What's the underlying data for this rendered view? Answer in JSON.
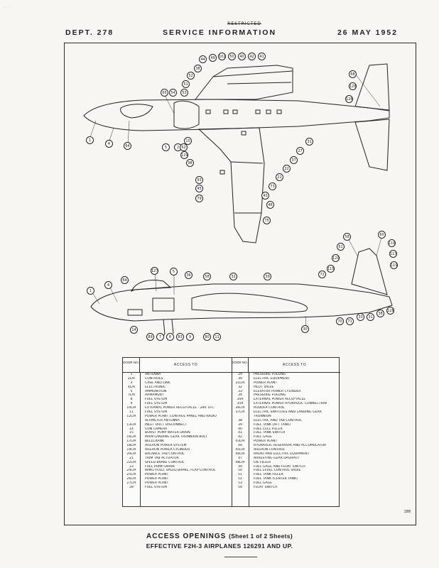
{
  "header": {
    "stamp": "RESTRICTED",
    "dept": "DEPT. 278",
    "title": "SERVICE INFORMATION",
    "date": "26 MAY 1952"
  },
  "table": {
    "head_door": "DOOR NO.",
    "head_access": "ACCESS TO",
    "left": [
      [
        "1",
        "ANTENNA"
      ],
      [
        "2L/R",
        "CONTROLS"
      ],
      [
        "3",
        "CASE AND LINK"
      ],
      [
        "4L/R",
        "ELECTRONIC"
      ],
      [
        "5",
        "AMMUNITION"
      ],
      [
        "7L/R",
        "ARMAMENT"
      ],
      [
        "8",
        "FUEL SYSTEM"
      ],
      [
        "9",
        "FUEL SYSTEM"
      ],
      [
        "10L/R",
        "EXTERNAL POWER RECEPTACLE - 28V. D-C"
      ],
      [
        "11",
        "FUEL SYSTEM"
      ],
      [
        "12L/R",
        "POWER PLANT CONTROL PANEL AND RADIO"
      ],
      [
        "",
        "ALTIMETER ANTENNA"
      ],
      [
        "13L/R",
        "INLET DUCT DISCONNECT"
      ],
      [
        "14",
        "GUN CAMERA"
      ],
      [
        "15",
        "BOOST PUMP WATER DRAIN"
      ],
      [
        "16L/R",
        "MAIN LANDING GEAR TRUNNION BOLT"
      ],
      [
        "17L/R",
        "BELLCRANK"
      ],
      [
        "18L/R",
        "AILERON POWER SYSTEM"
      ],
      [
        "19L/R",
        "AILERON POWER CYLINDER"
      ],
      [
        "20L/R",
        "BALANCE TAB CONTROL"
      ],
      [
        "21",
        "TRIM TAB ACTUATOR"
      ],
      [
        "22L/R",
        "SPEED BRAKE CONTROL"
      ],
      [
        "23",
        "FUEL PUMP DRAIN"
      ],
      [
        "24L/R",
        "WING FOLD, SPEED BRAKE, FLAP CONTROL"
      ],
      [
        "25L/R",
        "POWER PLANT"
      ],
      [
        "26L/R",
        "POWER PLANT"
      ],
      [
        "27L/R",
        "POWER PLANT"
      ],
      [
        "28",
        "FUEL SYSTEM"
      ]
    ],
    "right": [
      [
        "29",
        "PRESSURE FUELING"
      ],
      [
        "30",
        "ELECTRIC EQUIPMENT"
      ],
      [
        "31L/R",
        "POWER PLANT"
      ],
      [
        "32",
        "PILOT VALVE"
      ],
      [
        "33",
        "ELEVATOR POWER CYLINDER"
      ],
      [
        "34",
        "PRESSURE FUELING"
      ],
      [
        "35R",
        "EXTERNAL POWER RECEPTACLE"
      ],
      [
        "35R",
        "EXTERNAL POWER HYDRAULIC CONNECTION"
      ],
      [
        "36L/R",
        "RUDDER CONTROL"
      ],
      [
        "37L/R",
        "ELECTRIC SWITCHES AND LANDING GEAR"
      ],
      [
        "",
        "TRUNNION"
      ],
      [
        "38",
        "ELECTRIC AND TAB CONTROL"
      ],
      [
        "39",
        "FUEL TANK (AFT TANK)"
      ],
      [
        "40",
        "FUEL CELL FILLER"
      ],
      [
        "41",
        "FUEL TANK SWITCH"
      ],
      [
        "42",
        "FUEL GAGE"
      ],
      [
        "43L/R",
        "POWER PLANT"
      ],
      [
        "44",
        "HYDRAULIC RESERVOIR AND ACCUMULATOR"
      ],
      [
        "45L/R",
        "AILERON CONTROL"
      ],
      [
        "46L/R",
        "RADIO AND ELECTRIC EQUIPMENT"
      ],
      [
        "47",
        "ARRESTING GEAR DASHPOT"
      ],
      [
        "48L/R",
        "OIL FILLER"
      ],
      [
        "49",
        "FUEL GAGE AND FLOAT SWITCH"
      ],
      [
        "50",
        "FUEL LEVEL CONTROL VALVE"
      ],
      [
        "51",
        "FUEL TANK FILLER"
      ],
      [
        "52",
        "FUEL TANK (CENTER TANK)"
      ],
      [
        "53",
        "FUEL GAGE"
      ],
      [
        "54",
        "FLOAT SWITCH"
      ]
    ]
  },
  "callouts_top": [
    "44",
    "49",
    "102",
    "50",
    "40",
    "42",
    "41",
    "38",
    "52",
    "51",
    "53",
    "54",
    "65",
    "2",
    "5",
    "10",
    "62",
    "129",
    "98",
    "93",
    "45",
    "79",
    "31",
    "27",
    "37",
    "22",
    "21",
    "73",
    "43",
    "46",
    "75",
    "1",
    "4",
    "64",
    "68",
    "128",
    "126"
  ],
  "callouts_side": [
    "58",
    "60",
    "116",
    "117",
    "119",
    "61",
    "120",
    "115",
    "72",
    "5",
    "36",
    "58",
    "32",
    "39",
    "4",
    "64",
    "127",
    "1",
    "14",
    "89",
    "7",
    "8",
    "83",
    "9",
    "80",
    "11",
    "30",
    "70",
    "71",
    "33",
    "31",
    "38",
    "128"
  ],
  "ref_number": "188",
  "caption": {
    "main": "ACCESS OPENINGS",
    "sheet": "(Sheet 1 of 2 Sheets)",
    "effective": "EFFECTIVE F2H-3 AIRPLANES 126291 AND UP."
  }
}
